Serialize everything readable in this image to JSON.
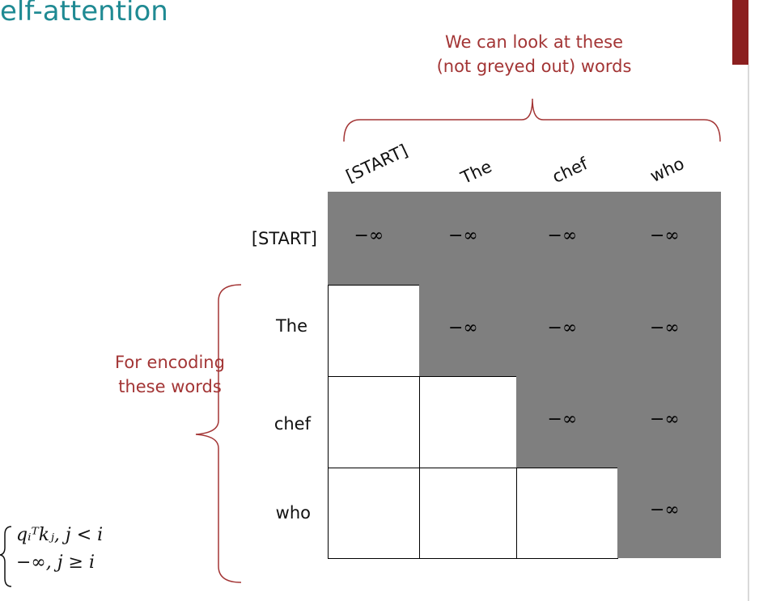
{
  "title": "elf-attention",
  "annotations": {
    "top_line1": "We can look at these",
    "top_line2": "(not greyed out) words",
    "left_line1": "For encoding",
    "left_line2": "these words"
  },
  "columns": [
    "[START]",
    "The",
    "chef",
    "who"
  ],
  "rows": [
    "[START]",
    "The",
    "chef",
    "who"
  ],
  "mask_symbol": "−∞",
  "matrix": [
    [
      "mask",
      "mask",
      "mask",
      "mask"
    ],
    [
      "open",
      "mask",
      "mask",
      "mask"
    ],
    [
      "open",
      "open",
      "mask",
      "mask"
    ],
    [
      "open",
      "open",
      "open",
      "mask"
    ]
  ],
  "formula": {
    "line1": "q_i^T k_j, j < i",
    "line1_display": "qᵢᵀkⱼ, j < i",
    "line2_display": "−∞, j ≥ i"
  },
  "colors": {
    "title": "#1f8a93",
    "annotation": "#a33535",
    "masked_cell": "#7f7f7f",
    "accent_bar": "#8b1f1f"
  }
}
